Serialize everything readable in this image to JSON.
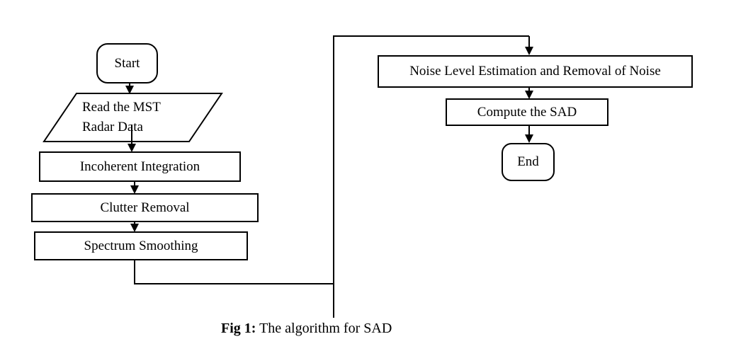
{
  "diagram": {
    "nodes": {
      "start": "Start",
      "read_line1": "Read the MST",
      "read_line2": "Radar Data",
      "incoherent": "Incoherent Integration",
      "clutter": "Clutter Removal",
      "spectrum": "Spectrum Smoothing",
      "noise": "Noise Level Estimation and Removal of Noise",
      "compute": "Compute the SAD",
      "end": "End"
    },
    "caption": {
      "label": "Fig 1:",
      "text": " The algorithm for SAD"
    },
    "colors": {
      "line": "#000000",
      "background": "#ffffff"
    }
  }
}
